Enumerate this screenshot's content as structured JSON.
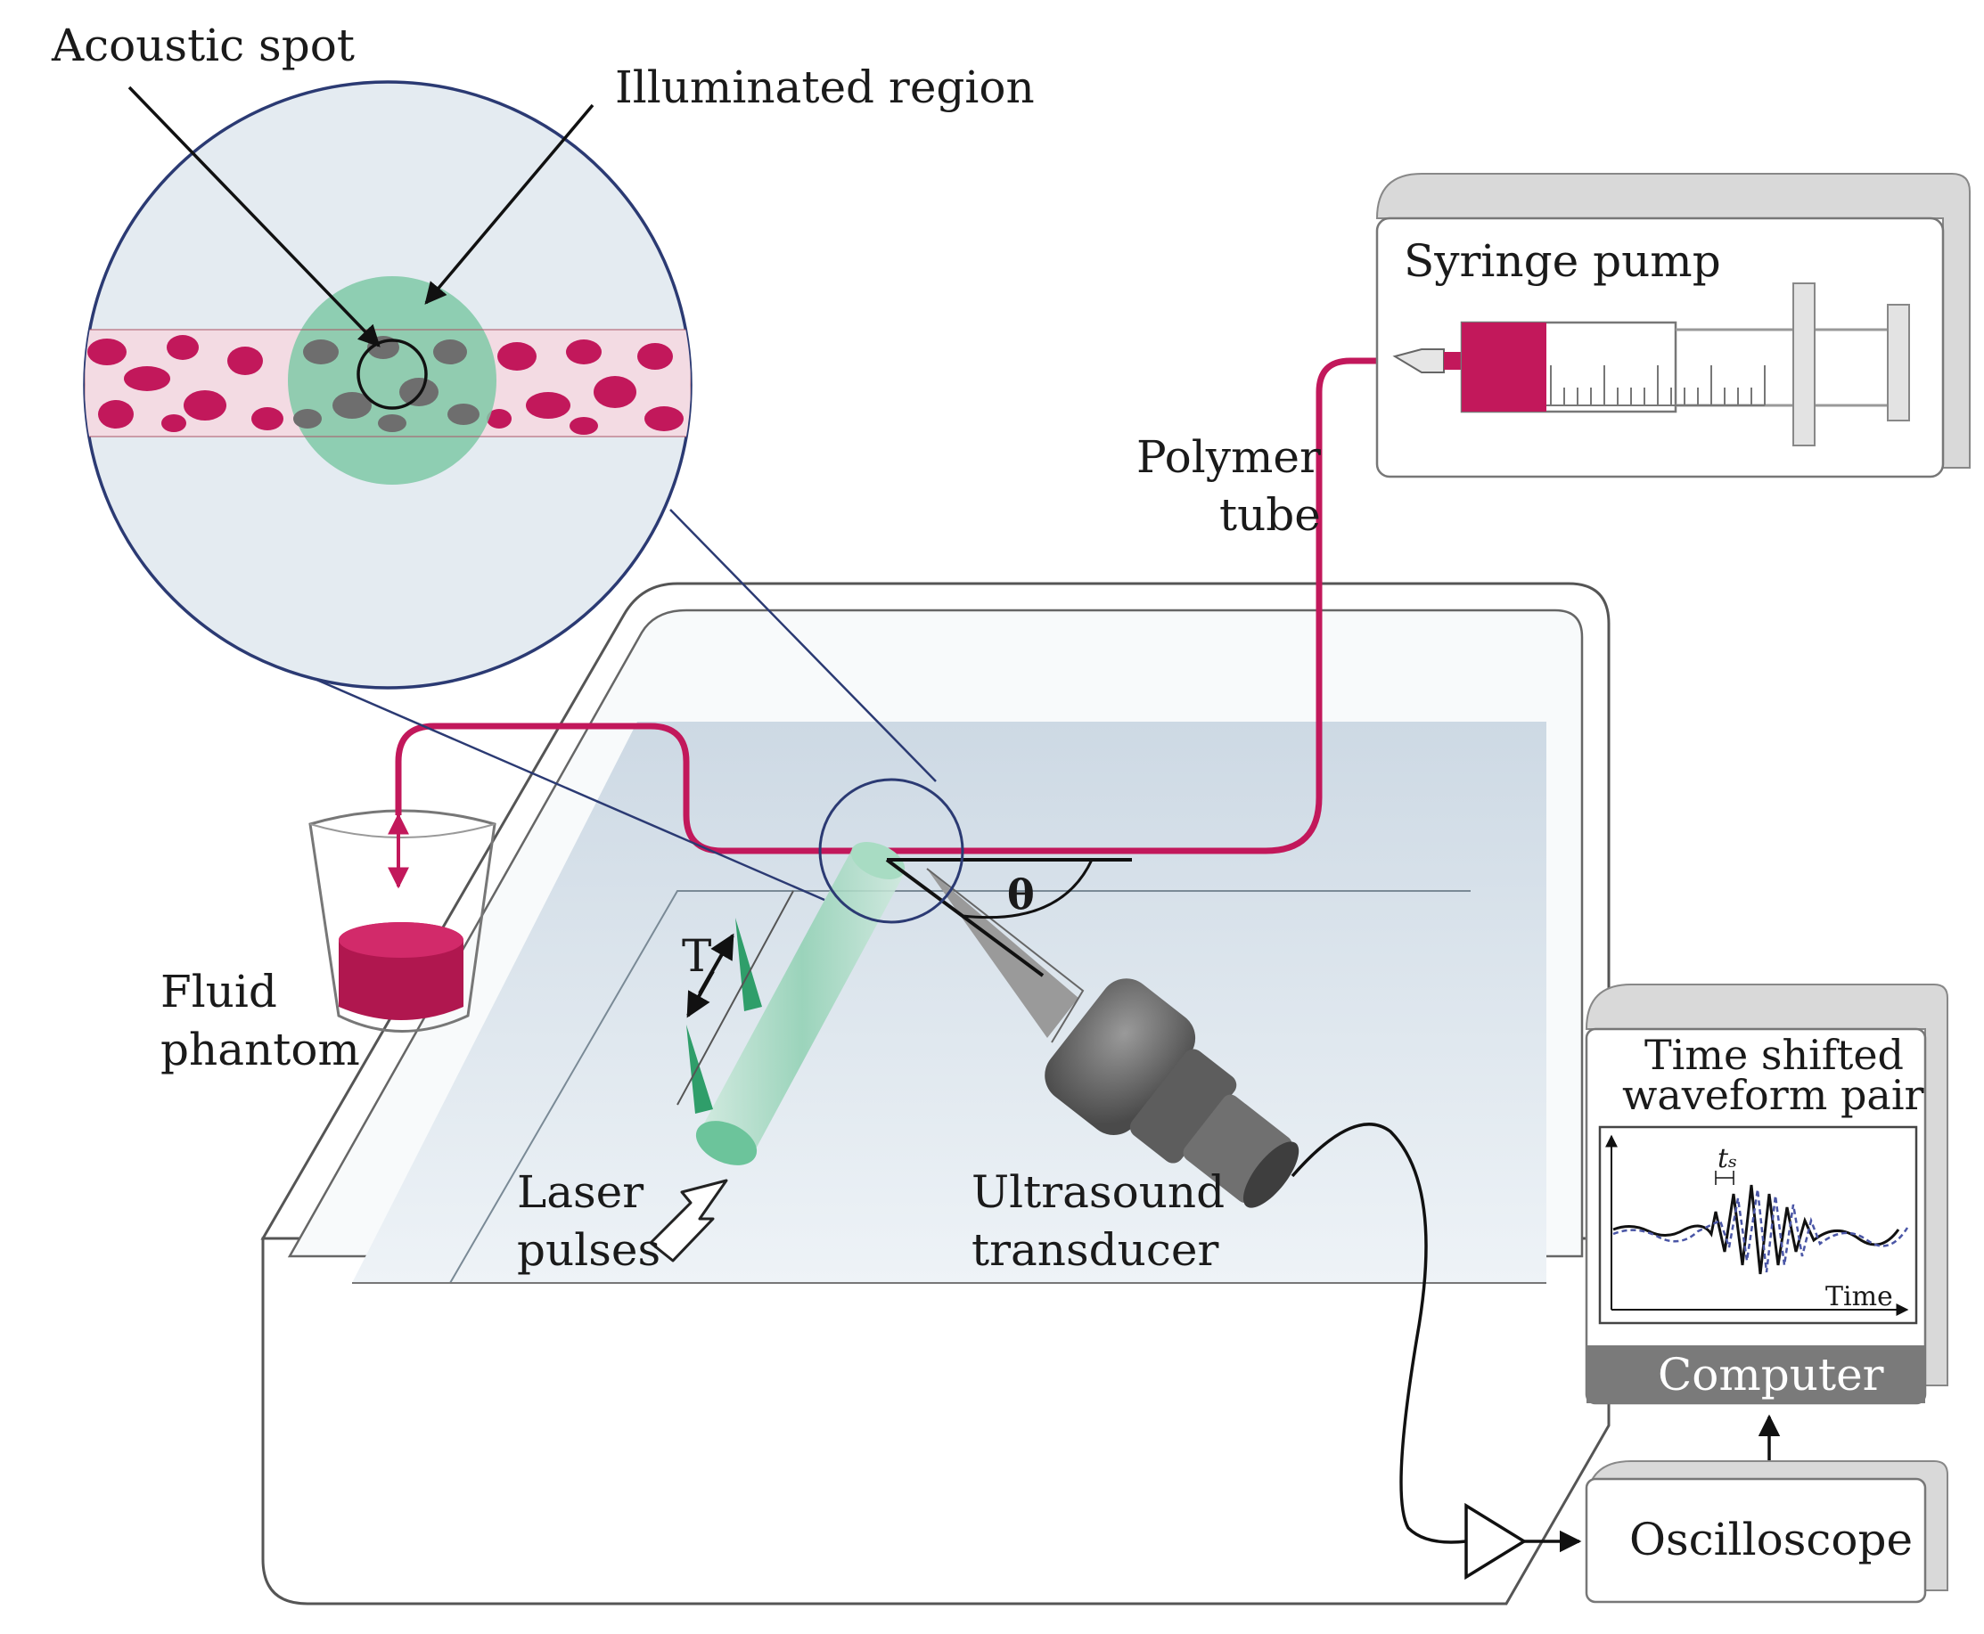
{
  "labels": {
    "acoustic_spot": "Acoustic spot",
    "illuminated_region": "Illuminated region",
    "syringe_pump": "Syringe pump",
    "polymer_tube_1": "Polymer",
    "polymer_tube_2": "tube",
    "theta": "θ",
    "fluid_phantom_1": "Fluid",
    "fluid_phantom_2": "phantom",
    "period": "T",
    "laser_pulses_1": "Laser",
    "laser_pulses_2": "pulses",
    "ultrasound_transducer_1": "Ultrasound",
    "ultrasound_transducer_2": "transducer",
    "waveform_title_1": "Time shifted",
    "waveform_title_2": "waveform pair",
    "time_shift": "tₛ",
    "time_axis": "Time",
    "computer": "Computer",
    "oscilloscope": "Oscilloscope"
  },
  "colors": {
    "blood": "#c2185b",
    "blood_dark": "#9c1550",
    "blood_light": "#f3dbe3",
    "laser_green": "#7fc9a7",
    "water": "#dfe8f0",
    "magnifier_bg": "#e4ebf1",
    "magnifier_stroke": "#2b3a73",
    "device_gray": "#6b6b6b",
    "panel_gray": "#d9d9d9"
  }
}
